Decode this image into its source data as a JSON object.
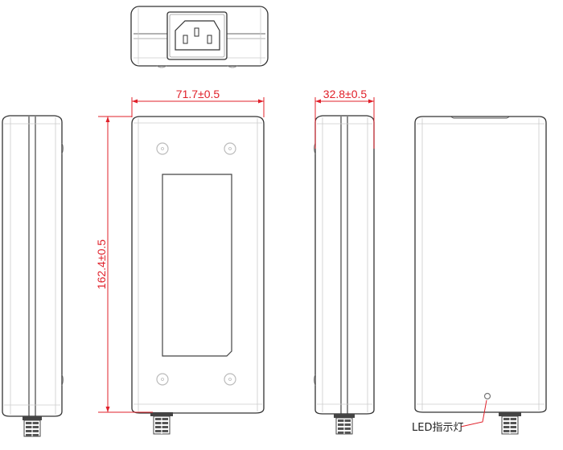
{
  "drawing": {
    "type": "technical drawing",
    "subject": "power adapter enclosure, multi-view orthographic",
    "views": [
      {
        "name": "top-view",
        "feature": "IEC C14 AC inlet (3-pin)"
      },
      {
        "name": "left-side-view"
      },
      {
        "name": "front-view",
        "feature": "label recess and 4 screw bosses"
      },
      {
        "name": "right-side-view"
      },
      {
        "name": "rear-view",
        "feature": "LED indicator"
      }
    ]
  },
  "dimensions": {
    "width": "71.7±0.5",
    "depth": "32.8±0.5",
    "height": "162.4±0.5"
  },
  "annotations": {
    "led_label": "LED指示灯"
  },
  "colors": {
    "dimension": "#e0202a",
    "outline": "#333333",
    "hidden_line": "#cccccc",
    "leader": "#e0202a"
  }
}
